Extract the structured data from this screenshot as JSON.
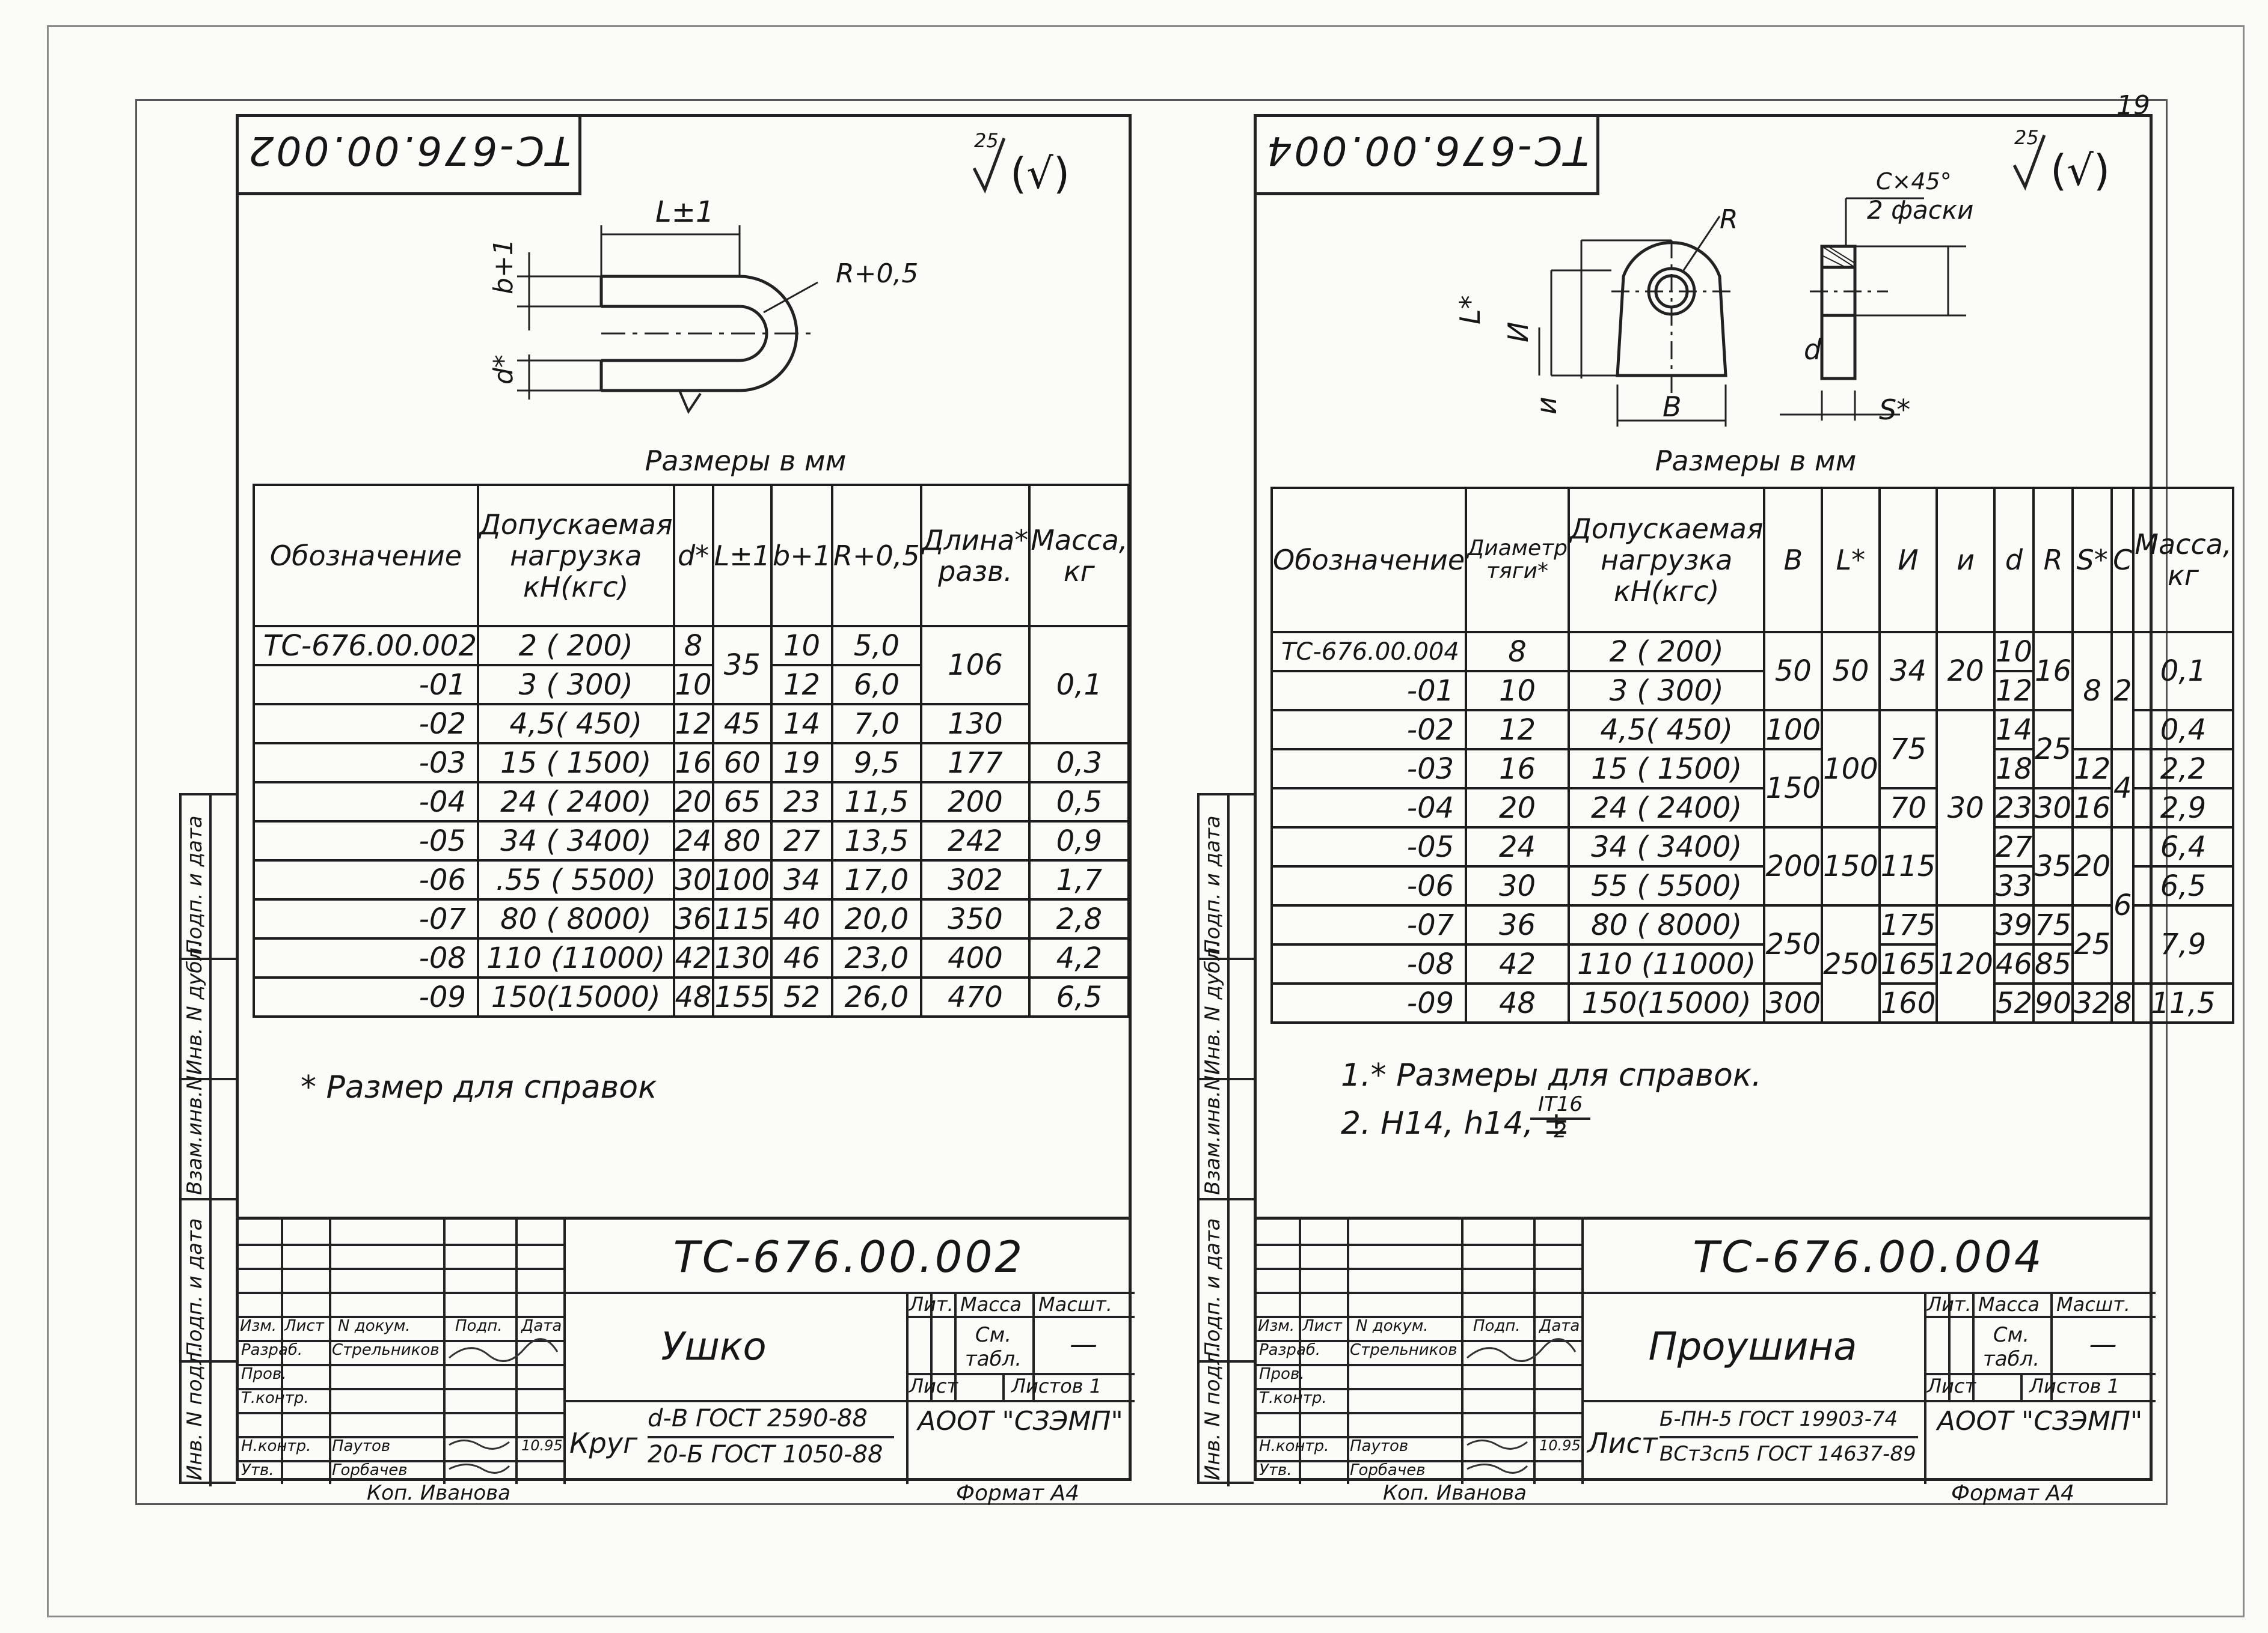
{
  "page_number": "19",
  "left": {
    "doc_code_inverted": "ТС-676.00.002",
    "surface_mark": {
      "value": "25",
      "symbol": "(√)"
    },
    "dims": {
      "L": "L±1",
      "b": "b+1",
      "R": "R+0,5",
      "d": "d*"
    },
    "units_caption": "Размеры в мм",
    "headers": [
      "Обозначение",
      "Допускаемая нагрузка кН(кгс)",
      "d*",
      "L±1",
      "b+1",
      "R+0,5",
      "Длина* разв.",
      "Масса, кг"
    ],
    "rows": [
      {
        "des": "ТС-676.00.002",
        "load": "2 ( 200)",
        "d": "8",
        "L": "35",
        "b": "10",
        "R": "5,0",
        "len": "106",
        "mass": "0,1"
      },
      {
        "des": "-01",
        "load": "3 ( 300)",
        "d": "10",
        "L": "",
        "b": "12",
        "R": "6,0",
        "len": "",
        "mass": ""
      },
      {
        "des": "-02",
        "load": "4,5( 450)",
        "d": "12",
        "L": "45",
        "b": "14",
        "R": "7,0",
        "len": "130",
        "mass": ""
      },
      {
        "des": "-03",
        "load": "15 ( 1500)",
        "d": "16",
        "L": "60",
        "b": "19",
        "R": "9,5",
        "len": "177",
        "mass": "0,3"
      },
      {
        "des": "-04",
        "load": "24 ( 2400)",
        "d": "20",
        "L": "65",
        "b": "23",
        "R": "11,5",
        "len": "200",
        "mass": "0,5"
      },
      {
        "des": "-05",
        "load": "34 ( 3400)",
        "d": "24",
        "L": "80",
        "b": "27",
        "R": "13,5",
        "len": "242",
        "mass": "0,9"
      },
      {
        "des": "-06",
        "load": ".55 ( 5500)",
        "d": "30",
        "L": "100",
        "b": "34",
        "R": "17,0",
        "len": "302",
        "mass": "1,7"
      },
      {
        "des": "-07",
        "load": "80 ( 8000)",
        "d": "36",
        "L": "115",
        "b": "40",
        "R": "20,0",
        "len": "350",
        "mass": "2,8"
      },
      {
        "des": "-08",
        "load": "110 (11000)",
        "d": "42",
        "L": "130",
        "b": "46",
        "R": "23,0",
        "len": "400",
        "mass": "4,2"
      },
      {
        "des": "-09",
        "load": "150(15000)",
        "d": "48",
        "L": "155",
        "b": "52",
        "R": "26,0",
        "len": "470",
        "mass": "6,5"
      }
    ],
    "note": "* Размер для справок",
    "side_labels": [
      "Подп. и дата",
      "Инв. N дубл.",
      "Взам.инв.N",
      "Подп. и дата",
      "Инв. N подл."
    ],
    "title_block": {
      "doc_code": "ТС-676.00.002",
      "name": "Ушко",
      "col_heads": [
        "Изм.",
        "Лист",
        "N докум.",
        "Подп.",
        "Дата"
      ],
      "roles": [
        "Разраб.",
        "Пров.",
        "Т.контр.",
        "",
        "Н.контр.",
        "Утв."
      ],
      "people": [
        "Стрельников",
        "",
        "",
        "",
        "Паутов",
        "Горбачев"
      ],
      "date": "10.95",
      "lit": "Лит.",
      "mass": "Масса",
      "scale": "Масшт.",
      "mass_value": "См. табл.",
      "scale_value": "—",
      "sheet": "Лист",
      "sheets": "Листов 1",
      "material_prefix": "Круг",
      "material_top": "d-В ГОСТ 2590-88",
      "material_bottom": "20-Б ГОСТ 1050-88",
      "org": "АООТ \"СЗЭМП\"",
      "copied": "Коп. Иванова",
      "format": "Формат А4"
    }
  },
  "right": {
    "doc_code_inverted": "ТС-676.00.004",
    "surface_mark": {
      "value": "25",
      "symbol": "(√)"
    },
    "dims": {
      "chamfer": "C×45°",
      "chamfers": "2 фаски",
      "R": "R",
      "L": "L*",
      "H": "И",
      "u": "и",
      "B": "В",
      "d": "d",
      "S": "S*"
    },
    "units_caption": "Размеры в мм",
    "headers": [
      "Обозначение",
      "Диаметр тяги*",
      "Допускаемая нагрузка кН(кгс)",
      "В",
      "L*",
      "И",
      "и",
      "d",
      "R",
      "S*",
      "С",
      "Масса, кг"
    ],
    "rows": [
      {
        "des": "ТС-676.00.004",
        "dia": "8",
        "load": "2 ( 200)",
        "d": "10",
        "mass": "0,1"
      },
      {
        "des": "-01",
        "dia": "10",
        "load": "3 ( 300)",
        "d": "12",
        "mass": ""
      },
      {
        "des": "-02",
        "dia": "12",
        "load": "4,5( 450)",
        "d": "14",
        "mass": "0,4"
      },
      {
        "des": "-03",
        "dia": "16",
        "load": "15 ( 1500)",
        "d": "18",
        "mass": "2,2"
      },
      {
        "des": "-04",
        "dia": "20",
        "load": "24 ( 2400)",
        "d": "23",
        "mass": "2,9"
      },
      {
        "des": "-05",
        "dia": "24",
        "load": "34 ( 3400)",
        "d": "27",
        "mass": "6,4"
      },
      {
        "des": "-06",
        "dia": "30",
        "load": "55 ( 5500)",
        "d": "33",
        "mass": "6,5"
      },
      {
        "des": "-07",
        "dia": "36",
        "load": "80 ( 8000)",
        "d": "39",
        "mass": "7,9"
      },
      {
        "des": "-08",
        "dia": "42",
        "load": "110 (11000)",
        "d": "46",
        "mass": ""
      },
      {
        "des": "-09",
        "dia": "48",
        "load": "150(15000)",
        "d": "52",
        "mass": "11,5"
      }
    ],
    "merged": {
      "B": [
        "50",
        "100",
        "150",
        "200",
        "250",
        "300"
      ],
      "L": [
        "50",
        "100",
        "150",
        "250"
      ],
      "H": [
        "34",
        "75",
        "70",
        "115",
        "175",
        "165",
        "160"
      ],
      "u": [
        "20",
        "30",
        "120"
      ],
      "R": [
        "16",
        "25",
        "30",
        "35",
        "75",
        "85",
        "90"
      ],
      "S": [
        "8",
        "12",
        "16",
        "20",
        "25",
        "32"
      ],
      "C": [
        "2",
        "4",
        "6",
        "8"
      ]
    },
    "notes": [
      "1.* Размеры для справок.",
      "2. Н14, h14, ±",
      "IТ16",
      "2"
    ],
    "side_labels": [
      "Подп. и дата",
      "Инв. N дубл.",
      "Взам.инв.N",
      "Подп. и дата",
      "Инв. N подл."
    ],
    "title_block": {
      "doc_code": "ТС-676.00.004",
      "name": "Проушина",
      "col_heads": [
        "Изм.",
        "Лист",
        "N докум.",
        "Подп.",
        "Дата"
      ],
      "roles": [
        "Разраб.",
        "Пров.",
        "Т.контр.",
        "",
        "Н.контр.",
        "Утв."
      ],
      "people": [
        "Стрельников",
        "",
        "",
        "",
        "Паутов",
        "Горбачев"
      ],
      "date": "10.95",
      "lit": "Лит.",
      "mass": "Масса",
      "scale": "Масшт.",
      "mass_value": "См. табл.",
      "scale_value": "—",
      "sheet": "Лист",
      "sheets": "Листов 1",
      "material_prefix": "Лист",
      "material_top": "Б-ПН-5 ГОСТ 19903-74",
      "material_bottom": "ВСт3сп5 ГОСТ 14637-89",
      "org": "АООТ \"СЗЭМП\"",
      "copied": "Коп. Иванова",
      "format": "Формат А4"
    }
  }
}
